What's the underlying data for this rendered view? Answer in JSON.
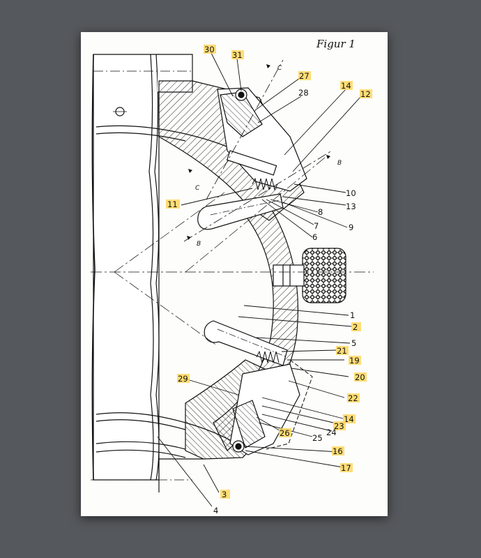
{
  "figure": {
    "title": "Figur 1",
    "section_marks": [
      "C",
      "C",
      "B",
      "B"
    ]
  },
  "callouts": [
    {
      "id": "30",
      "highlighted": true
    },
    {
      "id": "31",
      "highlighted": true
    },
    {
      "id": "27",
      "highlighted": true
    },
    {
      "id": "28",
      "highlighted": false
    },
    {
      "id": "14",
      "highlighted": true
    },
    {
      "id": "12",
      "highlighted": true
    },
    {
      "id": "10",
      "highlighted": false
    },
    {
      "id": "13",
      "highlighted": false
    },
    {
      "id": "11",
      "highlighted": true
    },
    {
      "id": "8",
      "highlighted": false
    },
    {
      "id": "9",
      "highlighted": false
    },
    {
      "id": "7",
      "highlighted": false
    },
    {
      "id": "6",
      "highlighted": false
    },
    {
      "id": "1",
      "highlighted": false
    },
    {
      "id": "2",
      "highlighted": true
    },
    {
      "id": "5",
      "highlighted": false
    },
    {
      "id": "21",
      "highlighted": true
    },
    {
      "id": "19",
      "highlighted": true
    },
    {
      "id": "20",
      "highlighted": true
    },
    {
      "id": "22",
      "highlighted": true
    },
    {
      "id": "29",
      "highlighted": true
    },
    {
      "id": "14",
      "highlighted": true
    },
    {
      "id": "23",
      "highlighted": true
    },
    {
      "id": "24",
      "highlighted": false
    },
    {
      "id": "26",
      "highlighted": true
    },
    {
      "id": "25",
      "highlighted": false
    },
    {
      "id": "16",
      "highlighted": true
    },
    {
      "id": "17",
      "highlighted": true
    },
    {
      "id": "3",
      "highlighted": true
    },
    {
      "id": "4",
      "highlighted": false
    }
  ],
  "colors": {
    "background": "#55585c",
    "paper": "#fdfdfb",
    "ink": "#111111",
    "highlight": "#ffd75e"
  }
}
